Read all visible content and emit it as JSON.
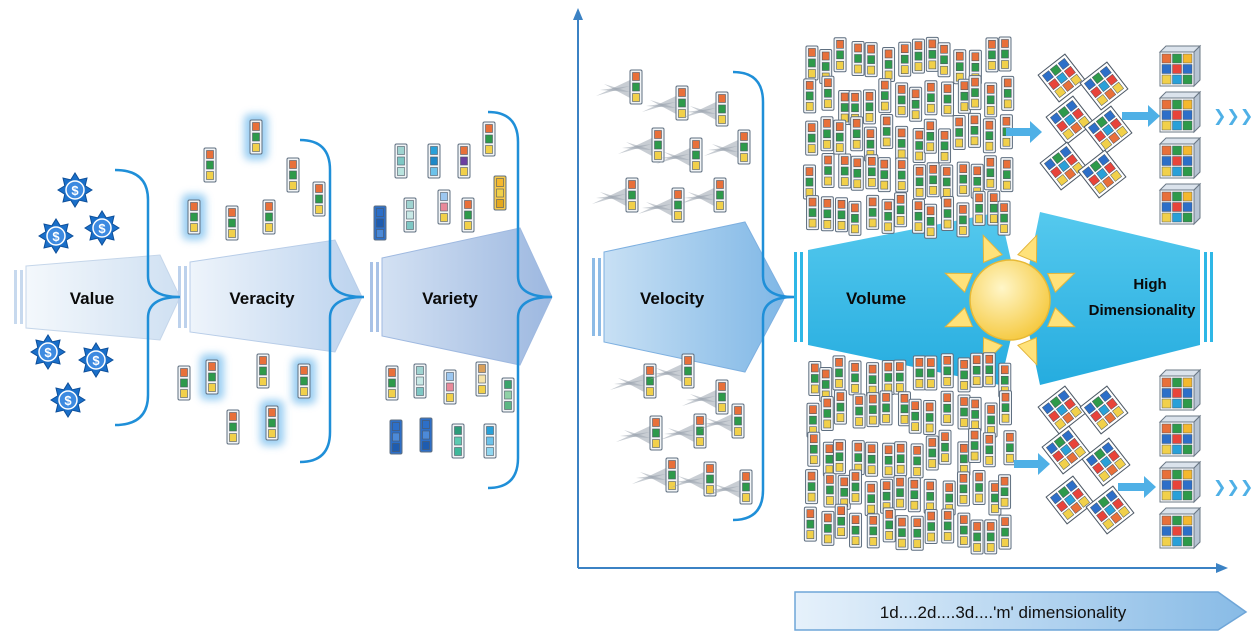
{
  "diagram": {
    "stages": [
      {
        "id": "value",
        "label": "Value"
      },
      {
        "id": "veracity",
        "label": "Veracity"
      },
      {
        "id": "variety",
        "label": "Variety"
      },
      {
        "id": "velocity",
        "label": "Velocity"
      },
      {
        "id": "volume",
        "label": "Volume"
      }
    ],
    "high_dimensionality": {
      "line1": "High",
      "line2": "Dimensionality"
    },
    "x_axis_caption": "1d....2d....3d....'m' dimensionality",
    "dollar_symbol": "$",
    "continuation_marks": "❯❯❯",
    "icons": {
      "dollar": "dollar-star-icon",
      "record": "data-record-icon",
      "sun": "sun-icon",
      "cube": "data-cube-icon",
      "tile": "data-tile-icon"
    },
    "colors": {
      "accent_blue": "#1f8fd8",
      "axis_blue": "#3b82c4",
      "volume_cyan": "#2fb7e6",
      "sun_yellow": "#ffe27a",
      "dollar_blue": "#1a6fc9"
    }
  }
}
